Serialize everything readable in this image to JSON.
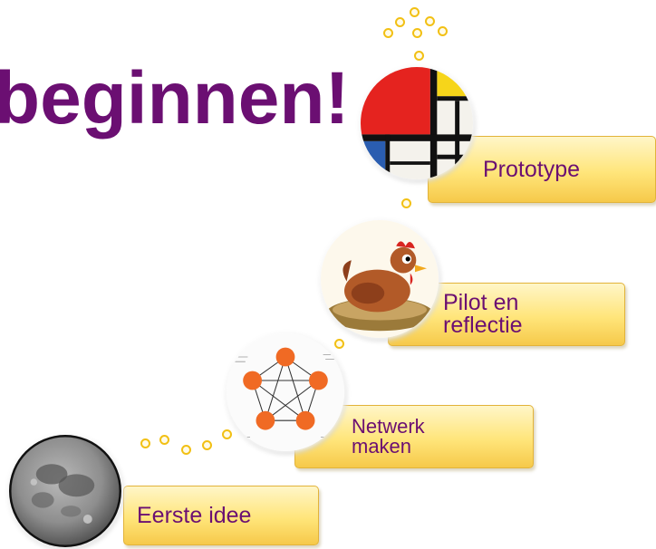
{
  "title": "beginnen!",
  "stages": [
    {
      "label": "Eerste idee",
      "image": "moon"
    },
    {
      "label": "Netwerk\nmaken",
      "image": "network-diagram"
    },
    {
      "label": "Pilot en\nreflectie",
      "image": "hen-on-nest"
    },
    {
      "label": "Prototype",
      "image": "mondrian-painting"
    }
  ],
  "colors": {
    "title": "#6b0f72",
    "label_text": "#6b0f72",
    "label_fill": "#ffe57a",
    "dot_outline": "#f2c014"
  }
}
